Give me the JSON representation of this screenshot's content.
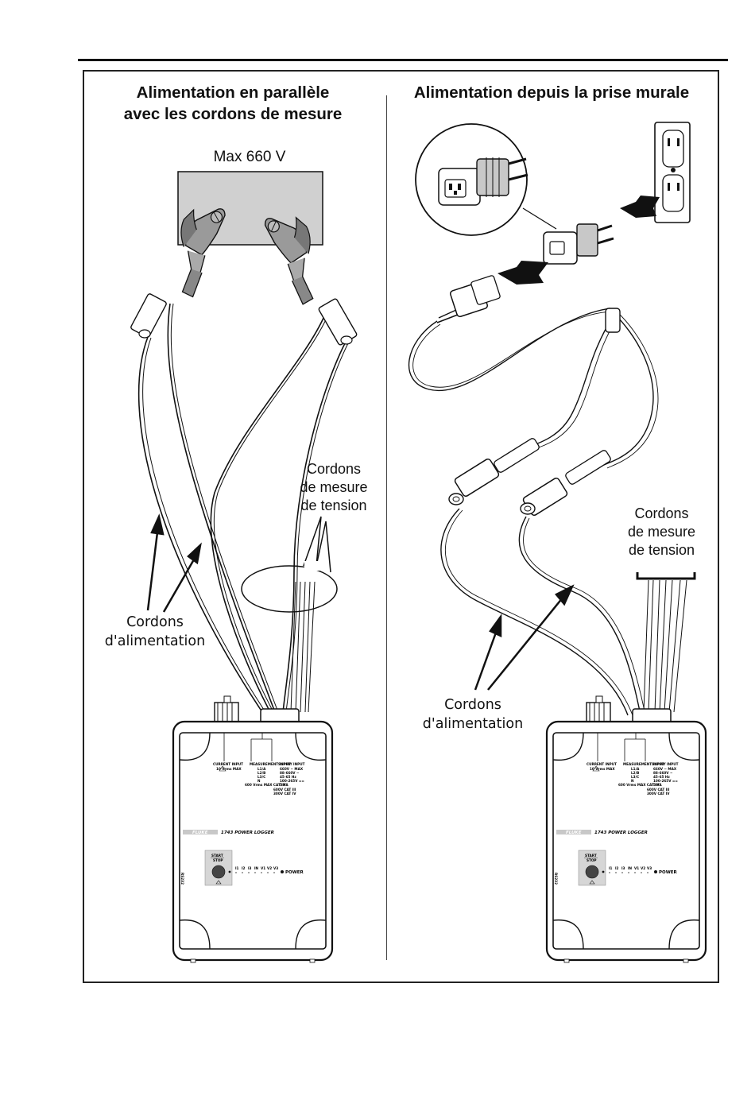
{
  "left_panel": {
    "title_line1": "Alimentation en parallèle",
    "title_line2": "avec les cordons de mesure",
    "max_label": "Max 660 V",
    "voltage_leads": [
      "Cordons",
      "de mesure",
      "de tension"
    ],
    "power_leads": [
      "Cordons",
      "d'alimentation"
    ]
  },
  "right_panel": {
    "title": "Alimentation depuis la prise murale",
    "voltage_leads": [
      "Cordons",
      "de mesure",
      "de tension"
    ],
    "power_leads": [
      "Cordons",
      "d'alimentation"
    ]
  },
  "device": {
    "brand": "FLUKE",
    "model": "1743 POWER LOGGER",
    "current_input": "CURRENT INPUT",
    "current_input_rating": "10 Vrms MAX",
    "measurement_input": "MEASUREMENT INPUT",
    "measurement_lines": [
      "L1/A",
      "L2/B",
      "L3/C",
      "N",
      "600 Vrms MAX CAT III"
    ],
    "supply_input": "SUPPLY INPUT",
    "supply_lines": [
      "660V ~ MAX",
      "88-660V ~",
      "45-65 Hz",
      "100-265V ==",
      "5 VA"
    ],
    "cat_lines": [
      "600V CAT III",
      "300V CAT IV"
    ],
    "start_label": "START",
    "stop_label": "STOP",
    "power_label": "POWER",
    "led_labels": [
      "I1",
      "I2",
      "I3",
      "IN",
      "V1",
      "V2",
      "V3"
    ],
    "side_label": "RS232"
  }
}
